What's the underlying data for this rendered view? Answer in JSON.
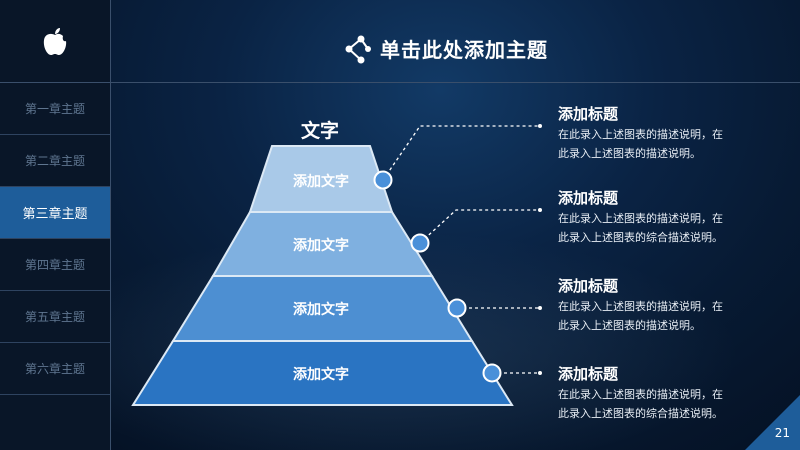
{
  "sidebar": {
    "items": [
      {
        "label": "第一章主题",
        "active": false
      },
      {
        "label": "第二章主题",
        "active": false
      },
      {
        "label": "第三章主题",
        "active": true
      },
      {
        "label": "第四章主题",
        "active": false
      },
      {
        "label": "第五章主题",
        "active": false
      },
      {
        "label": "第六章主题",
        "active": false
      }
    ]
  },
  "header": {
    "title": "单击此处添加主题",
    "icon": "share-icon"
  },
  "pyramid": {
    "top_label": "文字",
    "tiers": [
      {
        "label": "添加文字",
        "color": "#a9c9e8"
      },
      {
        "label": "添加文字",
        "color": "#7fb0e0"
      },
      {
        "label": "添加文字",
        "color": "#4d8fd2"
      },
      {
        "label": "添加文字",
        "color": "#2a74c2"
      }
    ]
  },
  "descriptions": [
    {
      "title": "添加标题",
      "lines": [
        "在此录入上述图表的描述说明，在",
        "此录入上述图表的描述说明。"
      ]
    },
    {
      "title": "添加标题",
      "lines": [
        "在此录入上述图表的描述说明，在",
        "此录入上述图表的综合描述说明。"
      ]
    },
    {
      "title": "添加标题",
      "lines": [
        "在此录入上述图表的描述说明，在",
        "此录入上述图表的描述说明。"
      ]
    },
    {
      "title": "添加标题",
      "lines": [
        "在此录入上述图表的描述说明，在",
        "此录入上述图表的综合描述说明。"
      ]
    }
  ],
  "footer": {
    "page_number": "21"
  },
  "colors": {
    "accent": "#1e5d9a",
    "marker": "#4a90d9",
    "background": "#071a33"
  }
}
